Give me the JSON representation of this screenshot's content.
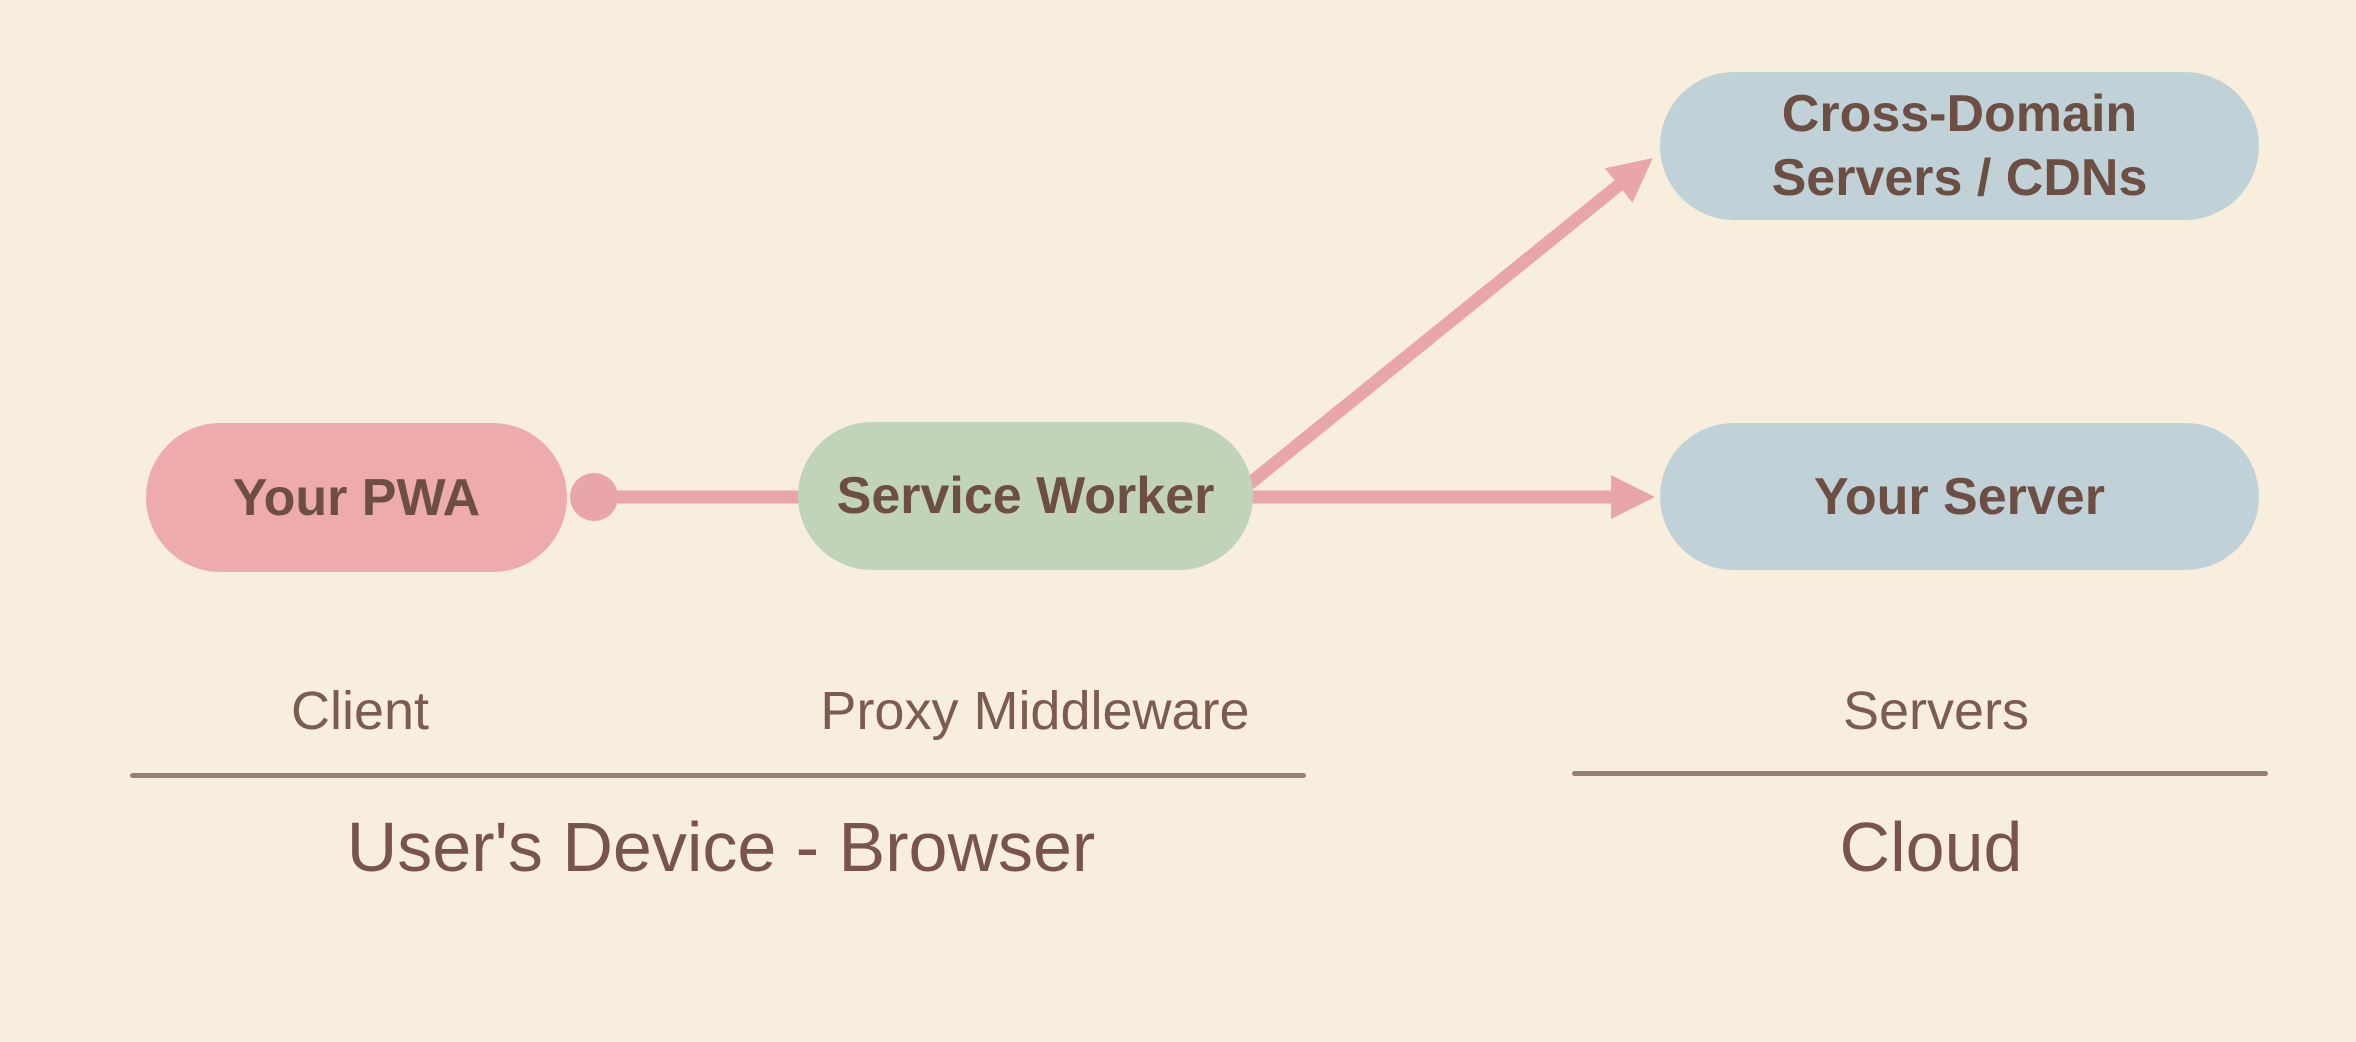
{
  "nodes": {
    "your_pwa": {
      "label": "Your PWA",
      "fill": "#edabac"
    },
    "service_worker": {
      "label": "Service Worker",
      "fill": "#c2d4b8"
    },
    "cross_domain": {
      "label_line1": "Cross-Domain",
      "label_line2": "Servers / CDNs",
      "fill": "#c0d2d8"
    },
    "your_server": {
      "label": "Your Server",
      "fill": "#c0d2d8"
    }
  },
  "column_labels": {
    "client": "Client",
    "proxy": "Proxy Middleware",
    "servers": "Servers"
  },
  "group_labels": {
    "left": "User's Device - Browser",
    "right": "Cloud"
  },
  "connections": [
    {
      "from": "your_pwa",
      "to": "service_worker",
      "style": "dot-line"
    },
    {
      "from": "service_worker",
      "to": "cross_domain",
      "style": "arrow"
    },
    {
      "from": "service_worker",
      "to": "your_server",
      "style": "arrow"
    }
  ],
  "colors": {
    "background": "#f7eedd",
    "arrow": "#e9a6a9",
    "node_text": "#6d4e43",
    "label_text": "#7d5c50",
    "group_text": "#78544a",
    "rule": "#93817a"
  }
}
